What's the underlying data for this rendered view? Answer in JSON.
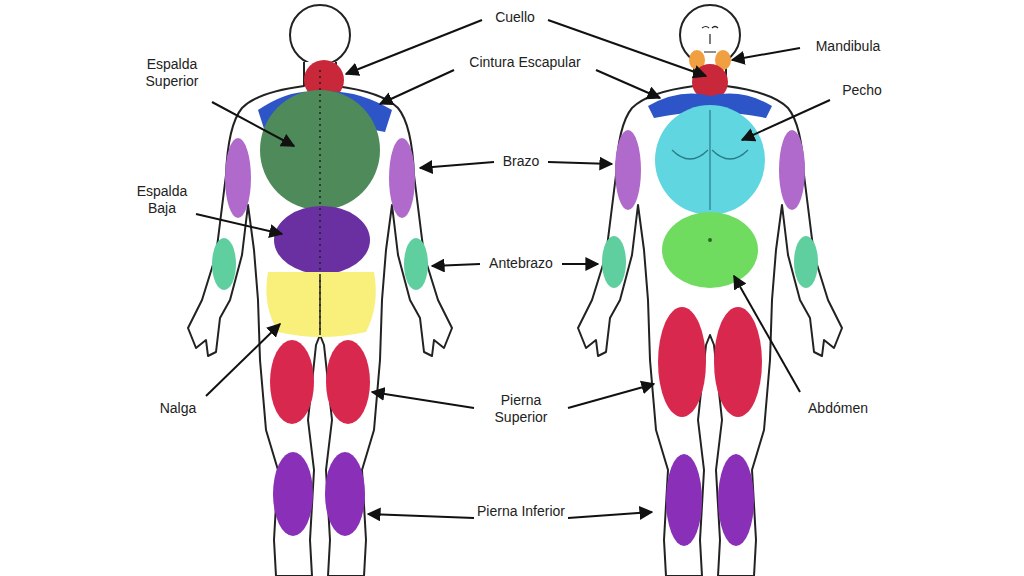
{
  "diagram": {
    "labels": [
      "Cuello",
      "Espalda Superior",
      "Cintura Escapular",
      "Mandibula",
      "Pecho",
      "Brazo",
      "Espalda Baja",
      "Antebrazo",
      "Pierna Superior",
      "Nalga",
      "Abdómen",
      "Pierna Inferior"
    ]
  }
}
